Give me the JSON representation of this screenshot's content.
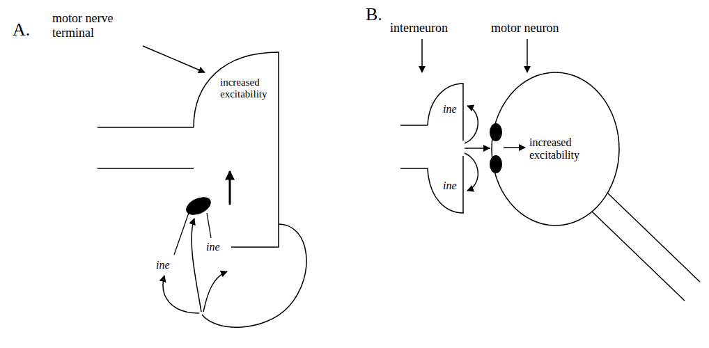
{
  "diagram": {
    "nodes": [
      {
        "text": [
          "increased excitability"
        ]
      },
      {
        "text": [
          "ine",
          "ine"
        ]
      },
      {
        "text": [
          "increased excitability"
        ]
      }
    ],
    "edges": [
      {
        "from": 1,
        "to": 2,
        "arrow": "to"
      }
    ],
    "labels": [
      "A.",
      "motor nerve terminal",
      "ine",
      "ine",
      "B.",
      "interneuron",
      "motor neuron"
    ]
  }
}
